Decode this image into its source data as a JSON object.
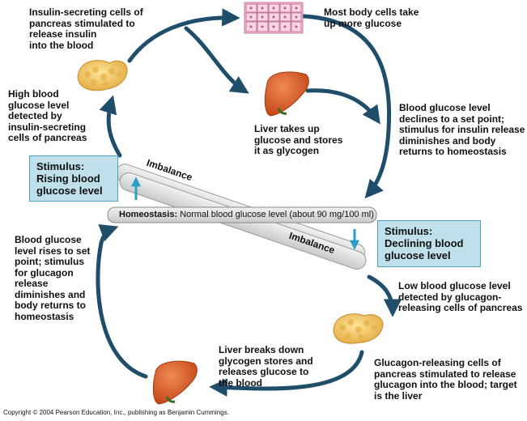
{
  "top_left_text": "Insulin-secreting cells of\npancreas stimulated to\nrelease insulin\ninto the blood",
  "top_right_text": "Most body cells take\nup more glucose",
  "left_upper_text": "High blood\nglucose level\ndetected by\ninsulin-secreting\ncells of pancreas",
  "liver_top_text": "Liver takes up\nglucose and stores\nit as glycogen",
  "right_upper_text": "Blood glucose level\ndeclines to a set point;\nstimulus for insulin release\ndiminishes and body\nreturns to homeostasis",
  "stimulus_rising": "Stimulus:\nRising blood\nglucose level",
  "stimulus_declining": "Stimulus:\nDeclining blood\nglucose level",
  "imbalance_top": "Imbalance",
  "imbalance_bottom": "Imbalance",
  "homeostasis_label": "Homeostasis:",
  "homeostasis_text": " Normal blood glucose level (about 90 mg/100 ml)",
  "left_lower_text": "Blood glucose\nlevel rises to set\npoint; stimulus\nfor glucagon\nrelease\ndiminishes and\nbody returns to\nhomeostasis",
  "right_lower_text": "Low blood glucose level\ndetected by glucagon-\nreleasing cells of pancreas",
  "liver_bottom_text": "Liver breaks down\nglycogen stores and\nreleases glucose to\nthe blood",
  "bottom_right_text": "Glucagon-releasing cells of\npancreas stimulated to release\nglucagon into the blood; target\nis the liver",
  "copyright": "Copyright © 2004 Pearson Education, Inc., publishing as Benjamin Cummings.",
  "colors": {
    "arrow": "#1f4e6b",
    "stimulus_box": "#bfe0ea",
    "small_arrow": "#2a9fc4",
    "liver": "#d9582a",
    "pancreas": "#f3c45c",
    "cells": "#f2a6c8"
  }
}
